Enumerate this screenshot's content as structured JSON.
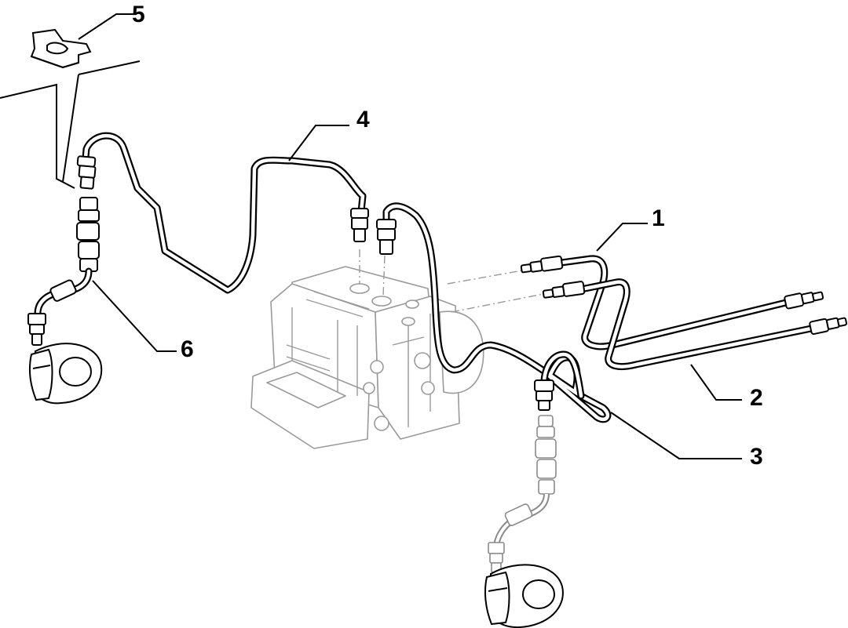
{
  "diagram": {
    "callouts": [
      {
        "id": "1",
        "label": "1"
      },
      {
        "id": "2",
        "label": "2"
      },
      {
        "id": "3",
        "label": "3"
      },
      {
        "id": "4",
        "label": "4"
      },
      {
        "id": "5",
        "label": "5"
      },
      {
        "id": "6",
        "label": "6"
      }
    ],
    "colors": {
      "line": "#000000",
      "ghost": "#9a9a9a",
      "background": "#ffffff"
    },
    "parts": [
      {
        "callout": "1",
        "name": "brake-pipe"
      },
      {
        "callout": "2",
        "name": "brake-pipe"
      },
      {
        "callout": "3",
        "name": "brake-pipe"
      },
      {
        "callout": "4",
        "name": "brake-pipe"
      },
      {
        "callout": "5",
        "name": "pipe-clip"
      },
      {
        "callout": "6",
        "name": "flexible-brake-hose"
      }
    ]
  }
}
